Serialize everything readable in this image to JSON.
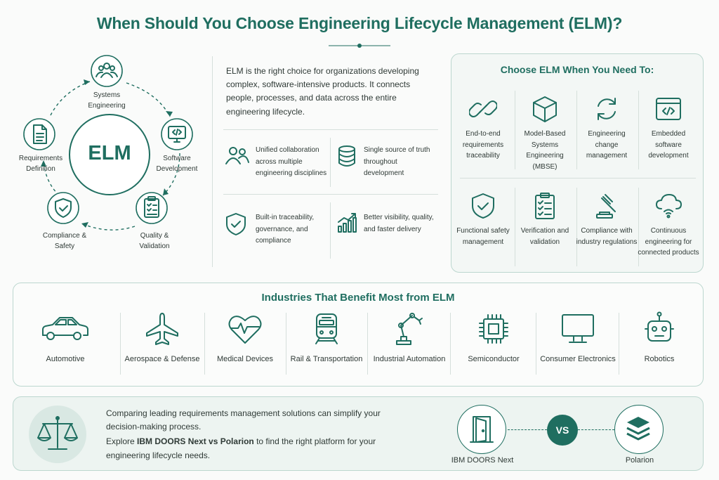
{
  "title": "When Should You Choose Engineering Lifecycle Management (ELM)?",
  "cycle": {
    "center": "ELM",
    "nodes": [
      {
        "line1": "Systems",
        "line2": "Engineering",
        "icon": "people-icon"
      },
      {
        "line1": "Software",
        "line2": "Development",
        "icon": "monitor-code-icon"
      },
      {
        "line1": "Quality &",
        "line2": "Validation",
        "icon": "clipboard-icon"
      },
      {
        "line1": "Compliance &",
        "line2": "Safety",
        "icon": "shield-check-icon"
      },
      {
        "line1": "Requirements",
        "line2": "Definition",
        "icon": "document-icon"
      }
    ]
  },
  "intro": "ELM is the right choice for organizations developing complex, software-intensive products. It connects people, processes, and data across the entire engineering lifecycle.",
  "features": [
    {
      "text": "Unified collaboration across multiple engineering disciplines",
      "icon": "collaboration-icon"
    },
    {
      "text": "Single source of truth throughout development",
      "icon": "database-icon"
    },
    {
      "text": "Built-in traceability, governance, and compliance",
      "icon": "shield-icon"
    },
    {
      "text": "Better visibility, quality, and faster delivery",
      "icon": "growth-chart-icon"
    }
  ],
  "choose": {
    "title": "Choose ELM When You Need To:",
    "items": [
      {
        "label": "End-to-end requirements traceability",
        "icon": "link-icon"
      },
      {
        "label": "Model-Based Systems Engineering (MBSE)",
        "icon": "cube-icon"
      },
      {
        "label": "Engineering change management",
        "icon": "cycle-arrows-icon"
      },
      {
        "label": "Embedded software development",
        "icon": "code-window-icon"
      },
      {
        "label": "Functional safety management",
        "icon": "shield-check-icon"
      },
      {
        "label": "Verification and validation",
        "icon": "checklist-icon"
      },
      {
        "label": "Compliance with industry regulations",
        "icon": "gavel-icon"
      },
      {
        "label": "Continuous engineering for connected products",
        "icon": "cloud-signal-icon"
      }
    ]
  },
  "industries": {
    "title": "Industries That Benefit Most from ELM",
    "items": [
      {
        "label": "Automotive",
        "icon": "car-icon"
      },
      {
        "label": "Aerospace & Defense",
        "icon": "airplane-icon"
      },
      {
        "label": "Medical Devices",
        "icon": "heart-pulse-icon"
      },
      {
        "label": "Rail & Transportation",
        "icon": "train-icon"
      },
      {
        "label": "Industrial Automation",
        "icon": "robot-arm-icon"
      },
      {
        "label": "Semiconductor",
        "icon": "chip-icon"
      },
      {
        "label": "Consumer Electronics",
        "icon": "monitor-icon"
      },
      {
        "label": "Robotics",
        "icon": "robot-icon"
      }
    ]
  },
  "compare": {
    "line1": "Comparing leading requirements management solutions can simplify your decision-making process.",
    "line2_pre": "Explore ",
    "line2_bold": "IBM DOORS Next vs Polarion",
    "line2_post": " to find the right platform for your engineering lifecycle needs.",
    "left_label": "IBM DOORS Next",
    "vs": "VS",
    "right_label": "Polarion"
  },
  "colors": {
    "accent": "#1f6e60",
    "panel": "#f3f7f5",
    "border": "#bcd7cf"
  }
}
